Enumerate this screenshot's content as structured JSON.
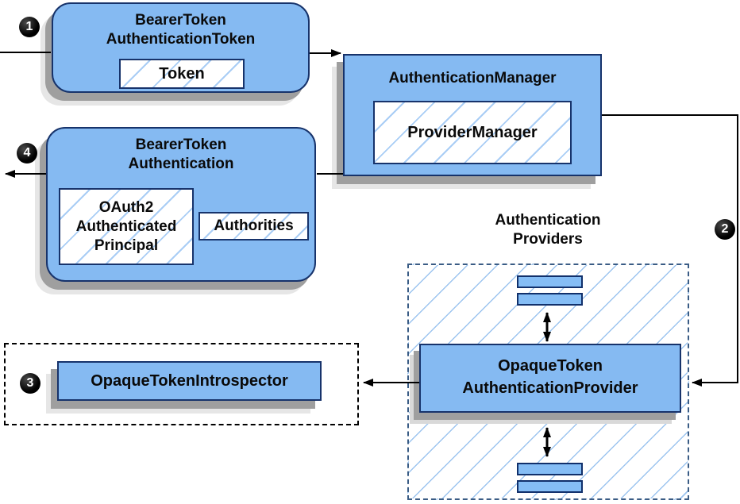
{
  "diagram_type": "flow-diagram",
  "colors": {
    "node_fill": "#85baf2",
    "node_border": "#17336b",
    "hatch_line": "#a9cdf5",
    "providers_dash_border": "#3a5c85",
    "introspector_dash_border": "#000000",
    "arrow": "#000000",
    "shadow_dark": "#9f9f9f",
    "shadow_light": "#e6e6e6",
    "badge_bg": "#000000",
    "badge_text": "#ffffff"
  },
  "badges": {
    "step1": "1",
    "step2": "2",
    "step3": "3",
    "step4": "4"
  },
  "nodes": {
    "bearer_token_authentication_token": {
      "line1": "BearerToken",
      "line2": "AuthenticationToken",
      "inner": "Token"
    },
    "authentication_manager": {
      "title": "AuthenticationManager",
      "inner": "ProviderManager"
    },
    "bearer_token_authentication": {
      "line1": "BearerToken",
      "line2": "Authentication",
      "principal_line1": "OAuth2",
      "principal_line2": "Authenticated",
      "principal_line3": "Principal",
      "authorities": "Authorities"
    },
    "authentication_providers": {
      "line1": "Authentication",
      "line2": "Providers"
    },
    "opaque_token_authentication_provider": {
      "line1": "OpaqueToken",
      "line2": "AuthenticationProvider"
    },
    "opaque_token_introspector": {
      "title": "OpaqueTokenIntrospector"
    }
  }
}
